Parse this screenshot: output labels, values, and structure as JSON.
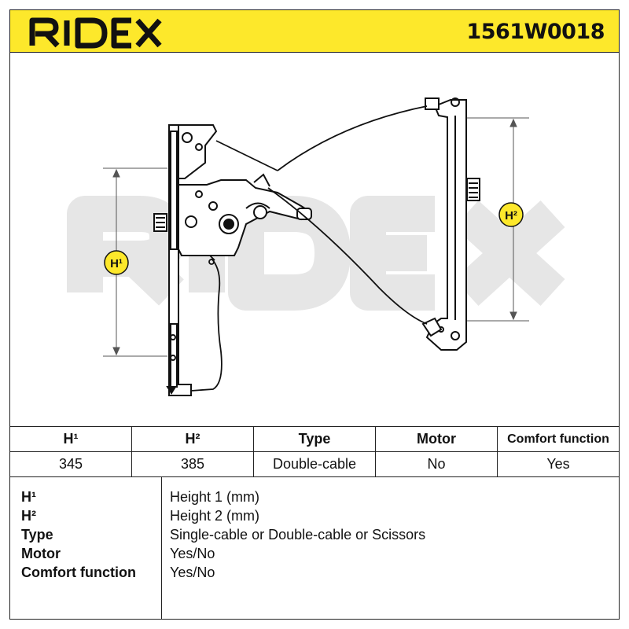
{
  "header": {
    "logo_text": "RIDEX",
    "part_number": "1561W0018",
    "colors": {
      "brand_yellow": "#fde82b",
      "text": "#111111"
    }
  },
  "diagram": {
    "watermark": "RIDEX",
    "labels": {
      "h1": "H¹",
      "h2": "H²"
    },
    "colors": {
      "watermark": "#e6e6e6",
      "label_badge": "#fde82b",
      "line": "#111111",
      "dim_line": "#555555"
    }
  },
  "spec_table": {
    "headers": [
      "H¹",
      "H²",
      "Type",
      "Motor",
      "Comfort function"
    ],
    "values": [
      "345",
      "385",
      "Double-cable",
      "No",
      "Yes"
    ]
  },
  "legend": {
    "items": [
      {
        "key": "H¹",
        "value": "Height 1 (mm)"
      },
      {
        "key": "H²",
        "value": "Height 2 (mm)"
      },
      {
        "key": "Type",
        "value": "Single-cable or Double-cable or Scissors"
      },
      {
        "key": "Motor",
        "value": "Yes/No"
      },
      {
        "key": "Comfort function",
        "value": "Yes/No"
      }
    ]
  }
}
